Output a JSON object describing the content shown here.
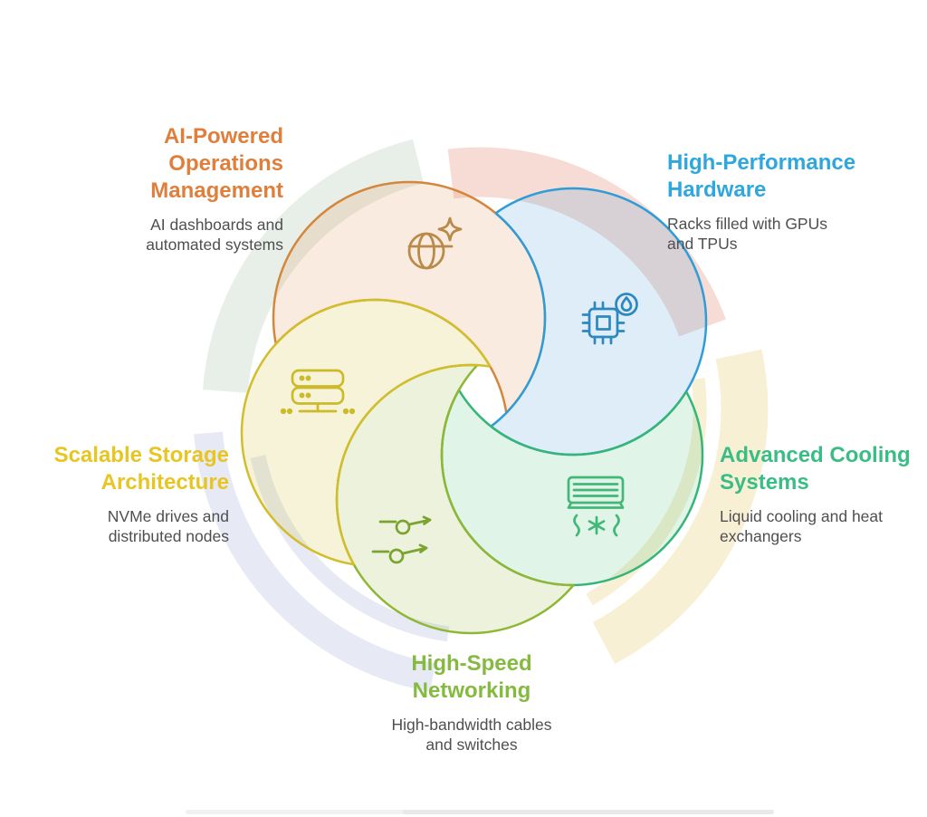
{
  "diagram": {
    "title": "",
    "sections": [
      {
        "id": "ai-ops",
        "title_lines": [
          "AI-Powered",
          "Operations",
          "Management"
        ],
        "desc_lines": [
          "AI dashboards and",
          "automated systems"
        ],
        "color": "#DF7F3B",
        "icon": "globe-sparkle-icon"
      },
      {
        "id": "hardware",
        "title_lines": [
          "High-Performance",
          "Hardware"
        ],
        "desc_lines": [
          "Racks filled with GPUs",
          "and TPUs"
        ],
        "color": "#2EA7DF",
        "icon": "chip-refresh-icon"
      },
      {
        "id": "cooling",
        "title_lines": [
          "Advanced Cooling",
          "Systems"
        ],
        "desc_lines": [
          "Liquid cooling and heat",
          "exchangers"
        ],
        "color": "#3ABD85",
        "icon": "air-conditioner-icon"
      },
      {
        "id": "networking",
        "title_lines": [
          "High-Speed",
          "Networking"
        ],
        "desc_lines": [
          "High-bandwidth cables",
          "and switches"
        ],
        "color": "#85BA40",
        "icon": "network-arrows-icon"
      },
      {
        "id": "storage",
        "title_lines": [
          "Scalable Storage",
          "Architecture"
        ],
        "desc_lines": [
          "NVMe drives and",
          "distributed nodes"
        ],
        "color": "#E7C522",
        "icon": "server-stack-icon"
      }
    ],
    "palette": {
      "orange_stroke": "#D4873C",
      "orange_fill": "rgba(226,132,60,0.16)",
      "blue_stroke": "#2F9CD8",
      "blue_fill": "rgba(60,150,210,0.17)",
      "green_stroke": "#36B578",
      "green_fill": "rgba(62,184,115,0.16)",
      "lime_stroke": "#8FB735",
      "lime_fill": "rgba(150,185,60,0.18)",
      "yellow_stroke": "#D2BE2C",
      "yellow_fill": "rgba(210,190,45,0.18)",
      "icon_orange": "#B98A49",
      "icon_blue": "#2D88C0",
      "icon_green": "#41B877",
      "icon_lime": "#7AA42F",
      "icon_yellow": "#CCBA26",
      "swoosh_pink": "#F7DCD5",
      "swoosh_yellow": "#F8F0D5",
      "swoosh_lavender": "#E7EAF5",
      "swoosh_sage": "#E8EFE9",
      "desc_color": "#4F4F51",
      "bottom_bar": "#EFEFEF"
    }
  }
}
